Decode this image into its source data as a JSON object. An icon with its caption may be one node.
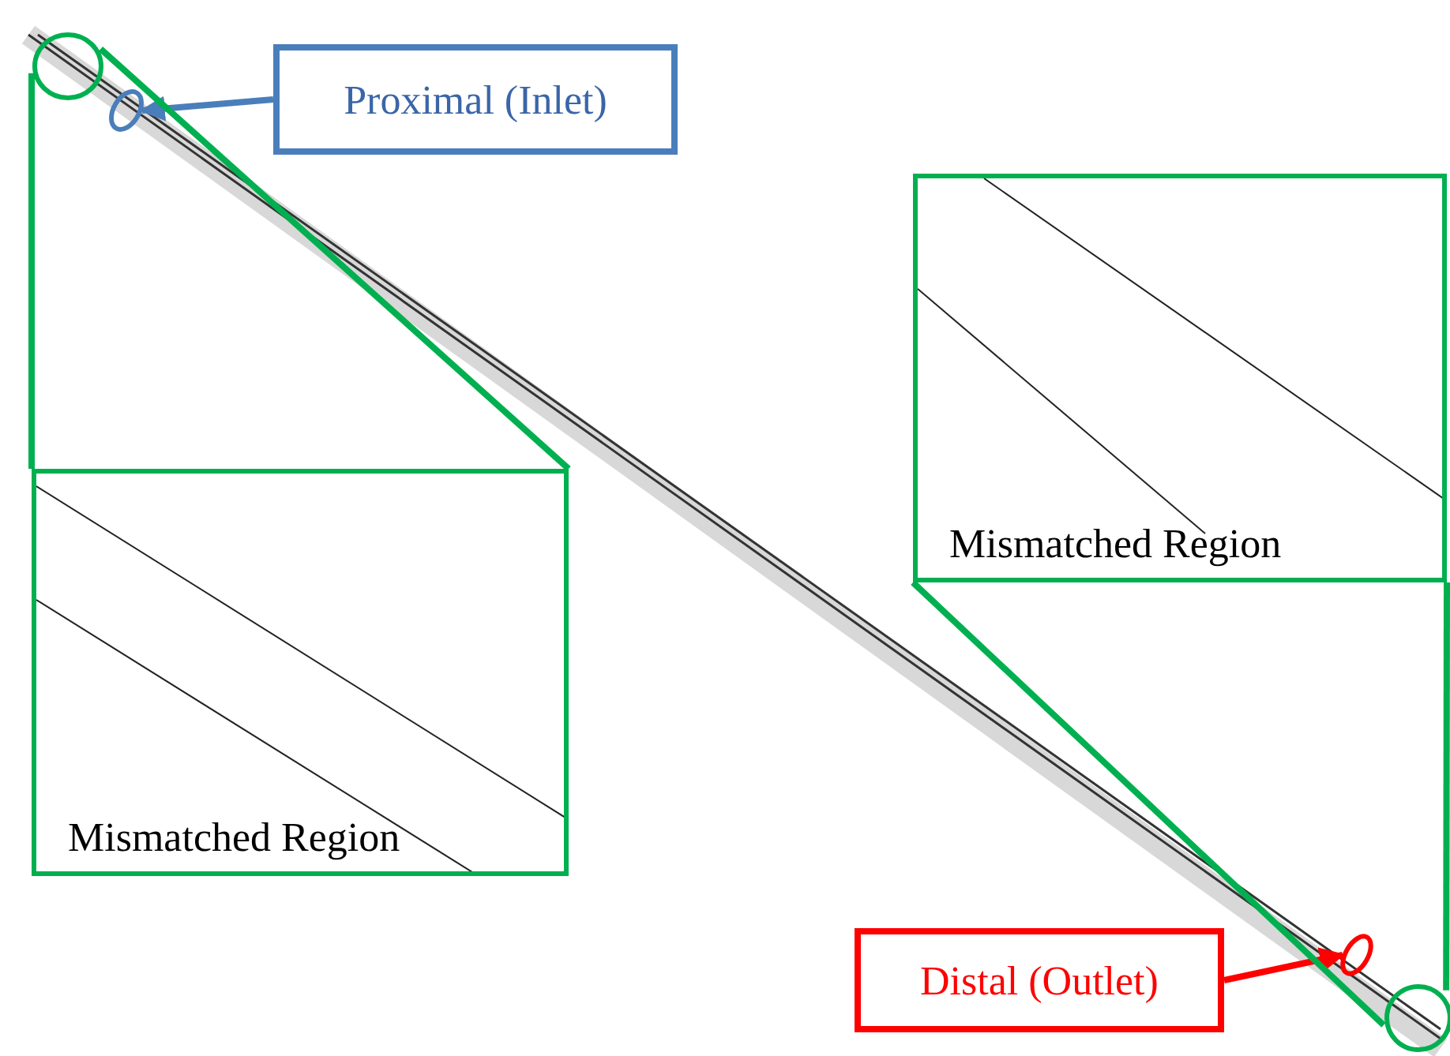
{
  "diagram": {
    "nodes": [
      {
        "text": [
          "Proximal (Inlet)"
        ]
      },
      {
        "text": [],
        "shape": "circle"
      },
      {
        "text": [
          "Distal (Outlet)"
        ]
      },
      {
        "text": [],
        "shape": "circle"
      },
      {
        "text": [],
        "shape": "circle"
      },
      {
        "text": [
          "Mismatched Region"
        ]
      },
      {
        "text": [],
        "shape": "circle"
      },
      {
        "text": [
          "Mismatched Region"
        ]
      }
    ],
    "edges": [
      {
        "from": 0,
        "to": 1,
        "arrow": "to",
        "color": "#4a7ebb"
      },
      {
        "from": 2,
        "to": 3,
        "arrow": "to",
        "color": "#ff0000"
      },
      {
        "from": 4,
        "to": 5,
        "arrow": "none"
      },
      {
        "from": 4,
        "to": 5,
        "arrow": "none"
      },
      {
        "from": 6,
        "to": 7,
        "arrow": "none"
      },
      {
        "from": 6,
        "to": 7,
        "arrow": "none"
      }
    ]
  }
}
